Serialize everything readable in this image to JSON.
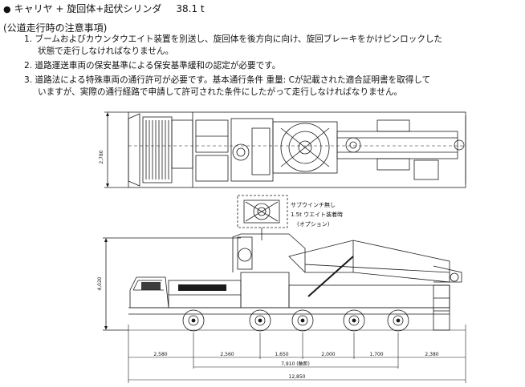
{
  "header": {
    "bullet": "●",
    "title": "キャリヤ + 旋回体+起伏シリンダ",
    "weight": "38.1 t"
  },
  "section_title": "(公道走行時の注意事項)",
  "notes": [
    {
      "line1": "1. ブームおよびカウンタウエイト装置を別送し、旋回体を後方向に向け、旋回ブレーキをかけピンロックした",
      "line2": "状態で走行しなければなりません。"
    },
    {
      "line1": "2. 道路運送車両の保安基準による保安基準緩和の認定が必要です。"
    },
    {
      "line1": "3. 道路法による特殊車両の通行許可が必要です。基本通行条件 重量: Cが記載された適合証明書を取得して",
      "line2": "いますが、実際の通行経路で申請して許可された条件にしたがって走行しなければなりません。"
    }
  ],
  "callout": {
    "line1": "サブウインチ無し",
    "line2": "1.5t ウエイト装着時",
    "line3": "(オプション)"
  },
  "dimensions": {
    "top_width": "2,780",
    "height": "4,020",
    "segments": [
      "2,580",
      "2,560",
      "1,650",
      "2,000",
      "1,700",
      "2,380"
    ],
    "wheelbase": "7,910 (軸距)",
    "overall_length": "12,850"
  },
  "colors": {
    "line": "#1a1a1a",
    "text": "#111111"
  }
}
